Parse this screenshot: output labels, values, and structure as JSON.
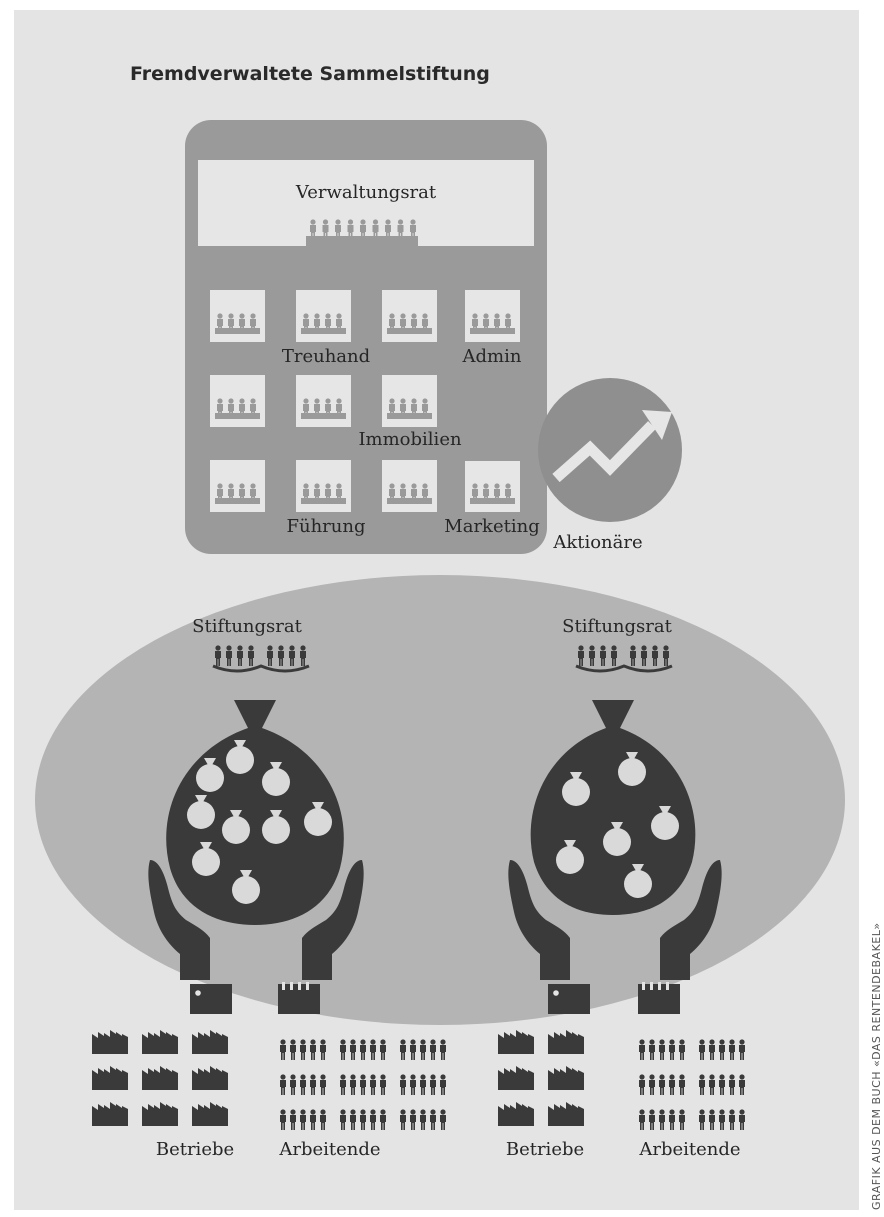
{
  "title": "Fremdverwaltete Sammelstiftung",
  "colors": {
    "background": "#e4e4e4",
    "building": "#9a9a9a",
    "rooms": "#e6e6e6",
    "ellipse": "#b4b4b4",
    "dark": "#3a3a3a",
    "circle": "#8f8f8f"
  },
  "building": {
    "board_label": "Verwaltungsrat",
    "departments": [
      "Treuhand",
      "Admin",
      "Immobilien",
      "Führung",
      "Marketing"
    ]
  },
  "shareholders": {
    "label": "Aktionäre",
    "icon": "trend-up-arrow-icon"
  },
  "foundations": [
    {
      "council_label": "Stiftungsrat",
      "companies_label": "Betriebe",
      "workers_label": "Arbeitende",
      "small_bags": 9
    },
    {
      "council_label": "Stiftungsrat",
      "companies_label": "Betriebe",
      "workers_label": "Arbeitende",
      "small_bags": 6
    }
  ],
  "credit": "GRAFIK AUS DEM BUCH «DAS RENTENDEBAKEL»"
}
